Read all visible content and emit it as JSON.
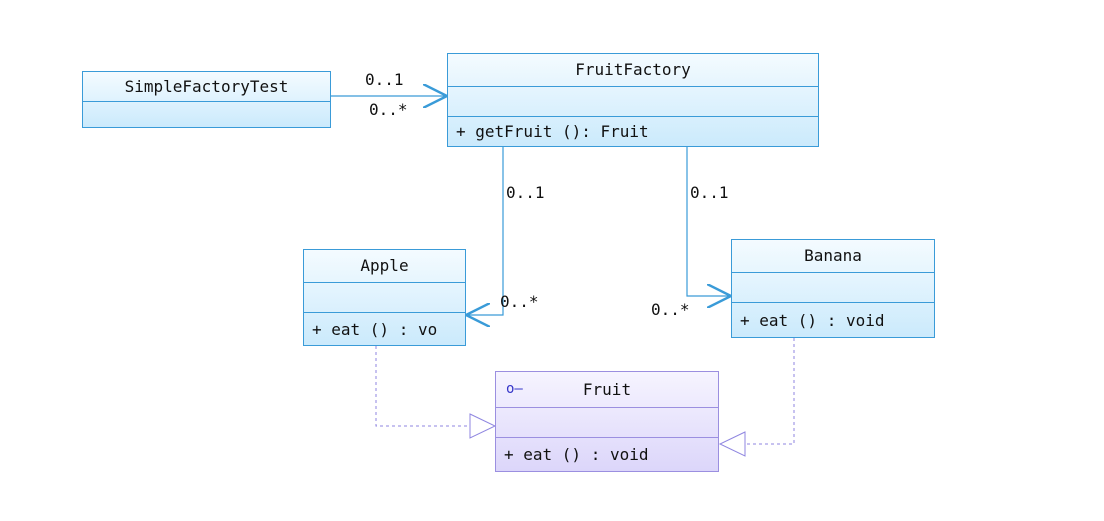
{
  "classes": {
    "simple_factory_test": {
      "name": "SimpleFactoryTest",
      "operations": ""
    },
    "fruit_factory": {
      "name": "FruitFactory",
      "operations": "+ getFruit (): Fruit"
    },
    "apple": {
      "name": "Apple",
      "operations": "+ eat () : vo"
    },
    "banana": {
      "name": "Banana",
      "operations": "+ eat () : void"
    },
    "fruit": {
      "name": "Fruit",
      "operations": "+ eat () : void",
      "icon": "interface-lollipop-icon"
    }
  },
  "multiplicities": {
    "test_to_factory_source": "0..1",
    "test_to_factory_target": "0..*",
    "factory_to_apple_source": "0..1",
    "factory_to_apple_target": "0..*",
    "factory_to_banana_source": "0..1",
    "factory_to_banana_target": "0..*"
  },
  "colors": {
    "class_border": "#3a9bd8",
    "class_fill": "#cbeafc",
    "interface_border": "#9b8fe0",
    "interface_fill": "#dcd6fa",
    "association_line": "#3a9bd8",
    "realization_line": "#8f86e0"
  }
}
